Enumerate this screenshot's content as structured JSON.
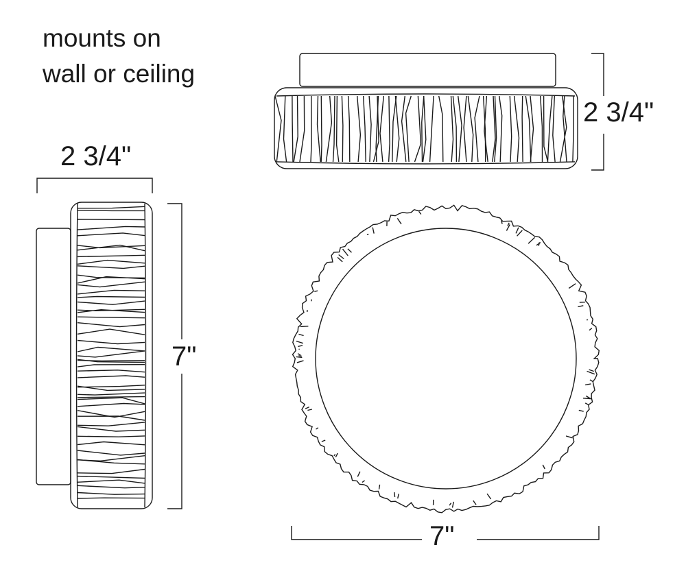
{
  "note": {
    "line1": "mounts on",
    "line2": "wall or ceiling"
  },
  "dimensions": {
    "front_height": "2 3/4\"",
    "side_depth": "2 3/4\"",
    "side_height": "7\"",
    "bottom_diameter": "7\""
  },
  "colors": {
    "line": "#1a1a1a",
    "background": "#ffffff"
  }
}
